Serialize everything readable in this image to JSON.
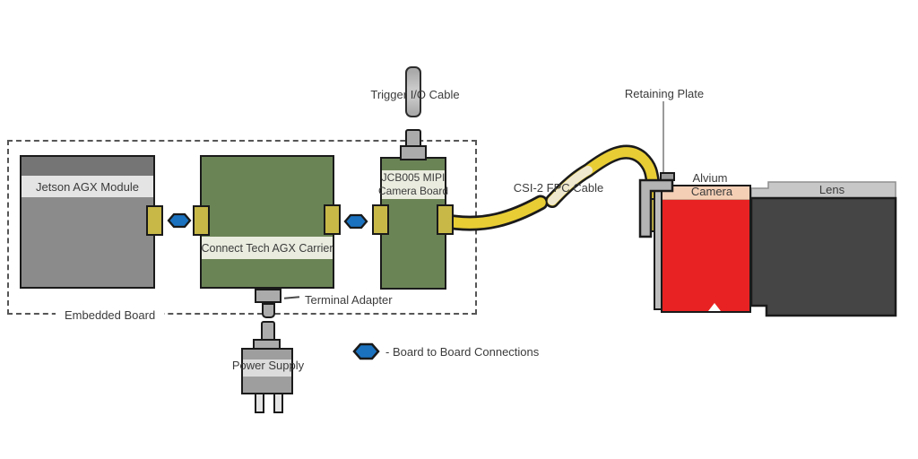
{
  "diagram": {
    "embedded_board_label": "Embedded Board",
    "jetson_label": "Jetson AGX Module",
    "carrier_label": "Connect Tech AGX Carrier",
    "camera_board_label_line1": "JCB005 MIPI",
    "camera_board_label_line2": "Camera Board",
    "trigger_cable_label": "Trigger I/O Cable",
    "terminal_adapter_label": "Terminal Adapter",
    "power_supply_label": "Power Supply",
    "csi_cable_label": "CSI-2 FPC Cable",
    "retaining_plate_label": "Retaining Plate",
    "camera_label_line1": "Alvium",
    "camera_label_line2": "Camera",
    "lens_label": "Lens",
    "legend_label": "- Board to Board Connections"
  },
  "colors": {
    "board_green": "#6b8456",
    "board_label_bg": "#e9ecdf",
    "gray_body": "#8b8b8b",
    "gray_dark_band": "#757575",
    "gray_label_bg": "#e4e4e4",
    "connector_yellow": "#c8b848",
    "connector_gray": "#ababab",
    "hex_blue": "#1b72bf",
    "cable_yellow": "#e8cd35",
    "cable_cream": "#f0e8cf",
    "camera_red": "#e82222",
    "camera_peach": "#f5cfb5",
    "lens_body": "#454545",
    "lens_band": "#c7c7c7",
    "bracket_gray": "#b3b3b3",
    "strip_gray": "#bdbdbd",
    "psu_gray": "#9e9e9e",
    "psu_label_bg": "#dcdcdc",
    "prong_gray": "#e4e4e4",
    "trigger_gray": "#aaaaaa",
    "trigger_light": "#c9c9c9",
    "outline": "#1a1a1a",
    "text": "#3b3b3b",
    "dash": "#565656",
    "leader": "#9a9a9a"
  }
}
